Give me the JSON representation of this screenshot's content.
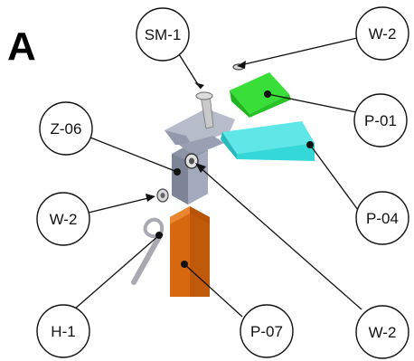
{
  "panel_label": "A",
  "callouts": {
    "sm1": "SM-1",
    "w2_top": "W-2",
    "z06": "Z-06",
    "p01": "P-01",
    "w2_left": "W-2",
    "p04": "P-04",
    "h1": "H-1",
    "p07": "P-07",
    "w2_bottom": "W-2"
  },
  "part_colors": {
    "p01": "#2fd52f",
    "p04": "#35d8d8",
    "p07": "#d7680f",
    "z06": "#9da3b6",
    "hardware": "#b8b8b8"
  }
}
